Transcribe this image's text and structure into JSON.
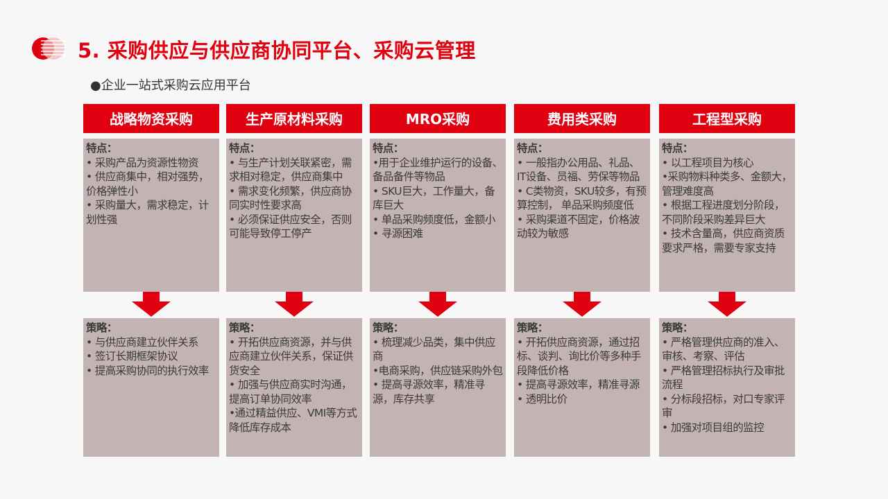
{
  "header": {
    "title": "5. 采购供应与供应商协同平台、采购云管理",
    "subtitle": "●企业一站式采购云应用平台"
  },
  "colors": {
    "accent": "#e0000f",
    "box": "#c4b3b3"
  },
  "feature_label": "特点：",
  "strategy_label": "策略：",
  "columns": [
    {
      "title": "战略物资采购",
      "features": "• 采购产品为资源性物资\n• 供应商集中，相对强势，价格弹性小\n• 采购量大，需求稳定，计划性强",
      "strategies": "• 与供应商建立伙伴关系\n• 签订长期框架协议\n• 提高采购协同的执行效率"
    },
    {
      "title": "生产原材料采购",
      "features": "• 与生产计划关联紧密，需求相对稳定，供应商集中\n• 需求变化频繁，供应商协同实时性要求高\n• 必须保证供应安全，否则可能导致停工停产",
      "strategies": "• 开拓供应商资源，并与供应商建立伙伴关系，保证供货安全\n•  加强与供应商实时沟通，提高订单协同效率\n•通过精益供应、VMI等方式降低库存成本"
    },
    {
      "title": "MRO采购",
      "features": "•用于企业维护运行的设备、备品备件等物品\n• SKU巨大，工作量大，备库巨大\n• 单品采购频度低，金额小\n• 寻源困难",
      "strategies": "• 梳理减少品类，集中供应商\n•电商采购，供应链采购外包\n• 提高寻源效率，精准寻源，库存共享"
    },
    {
      "title": "费用类采购",
      "features": "• 一般指办公用品、礼品、IT设备、员福、劳保等物品\n• C类物资，SKU较多，有预算控制， 单品采购频度低\n• 采购渠道不固定，价格波动较为敏感",
      "strategies": "• 开拓供应商资源，通过招标、谈判、询比价等多种手段降低价格\n• 提高寻源效率，精准寻源\n• 透明比价"
    },
    {
      "title": "工程型采购",
      "features": "• 以工程项目为核心\n•采购物料种类多、金额大，管理难度高\n• 根据工程进度划分阶段，不同阶段采购差异巨大\n• 技术含量高，供应商资质要求严格，需要专家支持",
      "strategies": "• 严格管理供应商的准入、审核、考察、评估\n• 严格管理招标执行及审批流程\n• 分标段招标，对口专家评审\n• 加强对项目组的监控"
    }
  ]
}
